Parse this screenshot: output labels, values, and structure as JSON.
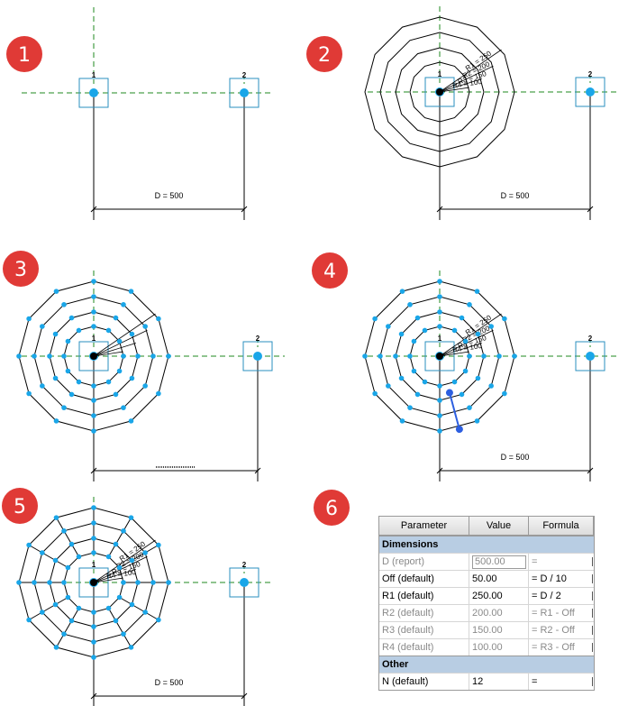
{
  "badges": [
    "1",
    "2",
    "3",
    "4",
    "5",
    "6"
  ],
  "grid_labels": {
    "a": "1",
    "b": "2"
  },
  "dimension_label": "D = 500",
  "colors": {
    "badge": "#e03a36",
    "grid_line": "#1f8a1f",
    "ref_point": "#1aa6e8",
    "ref_box": "#2a8fbf",
    "circle": "#000000",
    "handle_line": "#2d5fe0",
    "group_header": "#b8cde3"
  },
  "radius_labels": [
    "R1 = 250",
    "R2 = 200",
    "R3 = 150",
    "R4 = 100"
  ],
  "table": {
    "headers": [
      "Parameter",
      "Value",
      "Formula"
    ],
    "groups": [
      {
        "name": "Dimensions",
        "rows": [
          {
            "param": "D (report)",
            "value": "500.00",
            "formula": "=",
            "grey": true,
            "boxed": true
          },
          {
            "param": "Off (default)",
            "value": "50.00",
            "formula": "= D / 10",
            "grey": false
          },
          {
            "param": "R1 (default)",
            "value": "250.00",
            "formula": "= D / 2",
            "grey": false
          },
          {
            "param": "R2 (default)",
            "value": "200.00",
            "formula": "= R1 - Off",
            "grey": true
          },
          {
            "param": "R3 (default)",
            "value": "150.00",
            "formula": "= R2 - Off",
            "grey": true
          },
          {
            "param": "R4 (default)",
            "value": "100.00",
            "formula": "= R3 - Off",
            "grey": true
          }
        ]
      },
      {
        "name": "Other",
        "rows": [
          {
            "param": "N (default)",
            "value": "12",
            "formula": "=",
            "grey": false
          }
        ]
      }
    ]
  }
}
